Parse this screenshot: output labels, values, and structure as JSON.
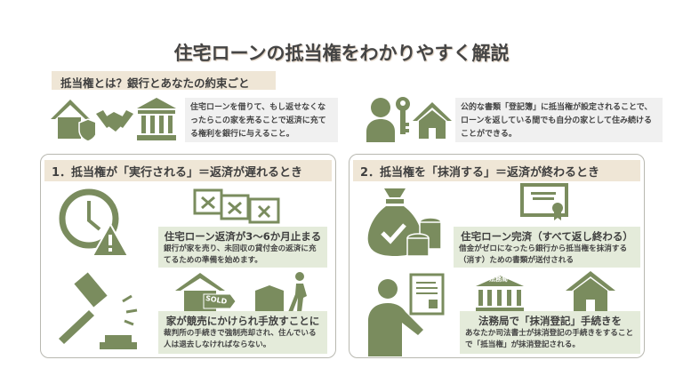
{
  "title": "住宅ローンの抵当権をわかりやすく解説",
  "intro": {
    "heading": "抵当権とは？銀行とあなたの約束ごと",
    "left_text": "住宅ローンを借りて、もし返せなくなったらこの家を売ることで返済に充てる権利を銀行に与えること。",
    "right_text": "公的な書類「登記簿」に抵当権が設定されることで、ローンを返している間でも自分の家として住み続けることができる。"
  },
  "panel1": {
    "heading": "1．抵当権が「実行される」＝返済が遅れるとき",
    "step1": {
      "title": "住宅ローン返済が3〜6か月止まる",
      "body": "銀行が家を売り、未回収の貸付金の返済に充てるための準備を始めます。"
    },
    "step2": {
      "title": "家が競売にかけられ手放すことに",
      "body": "裁判所の手続きで強制売却され、住んでいる人は退去しなければならない。"
    },
    "sold_label": "SOLD"
  },
  "panel2": {
    "heading": "2．抵当権を「抹消する」＝返済が終わるとき",
    "step1": {
      "title": "住宅ローン完済（すべて返し終わる）",
      "body": "借金がゼロになったら銀行から抵当権を抹消する（消す）ための書類が送付される"
    },
    "step2": {
      "title": "法務局で「抹消登記」手続きを",
      "body": "あなたか司法書士が抹消登記の手続きをすることで「抵当権」が抹消登記される。"
    },
    "bureau_label": "法務局"
  },
  "colors": {
    "accent": "#7a8c5e",
    "header_band": "#efe6d6",
    "step_box": "#e4ebda",
    "text_box": "#f0f0f0"
  }
}
